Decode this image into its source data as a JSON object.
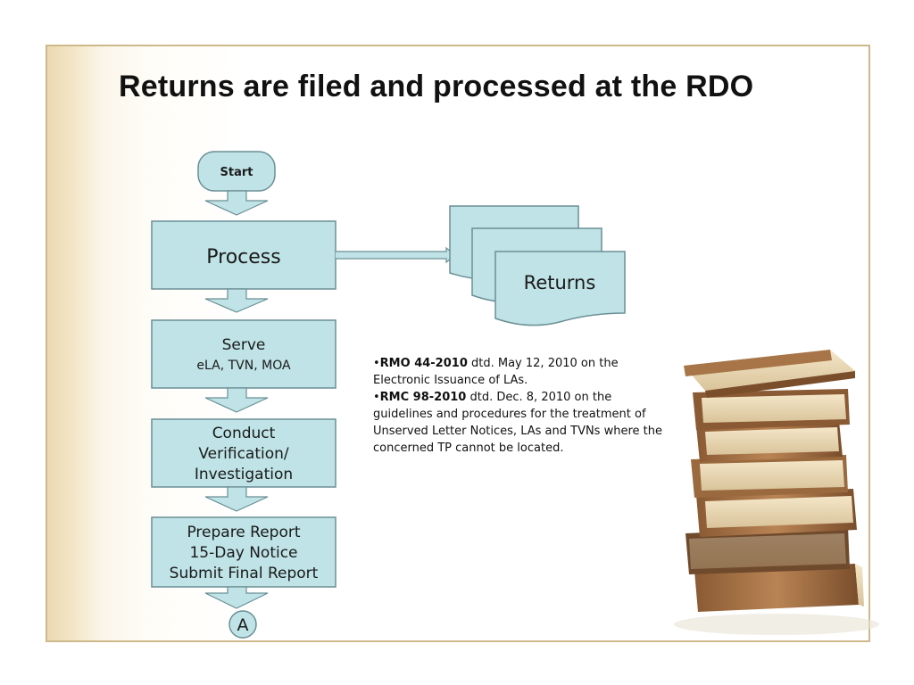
{
  "slide": {
    "title": "Returns are filed and processed at the RDO"
  },
  "flowchart": {
    "start_label": "Start",
    "process_label": "Process",
    "returns_label": "Returns",
    "serve_line1": "Serve",
    "serve_line2": "eLA, TVN, MOA",
    "conduct_line1": "Conduct",
    "conduct_line2": "Verification/",
    "conduct_line3": "Investigation",
    "prepare_line1": "Prepare Report",
    "prepare_line2": "15-Day Notice",
    "prepare_line3": "Submit Final Report",
    "connector_label": "A"
  },
  "notes": [
    {
      "bullet": "•",
      "ref": "RMO 44-2010",
      "text": " dtd. May 12, 2010 on the Electronic Issuance of LAs."
    },
    {
      "bullet": "•",
      "ref": "RMC 98-2010",
      "text": " dtd. Dec. 8, 2010  on the guidelines and procedures for the treatment of  Unserved Letter Notices, LAs and TVNs where the concerned TP cannot be located."
    }
  ],
  "colors": {
    "box_fill": "#bfe3e6",
    "box_stroke": "#6a8f95",
    "frame_border": "#cdb98a"
  }
}
